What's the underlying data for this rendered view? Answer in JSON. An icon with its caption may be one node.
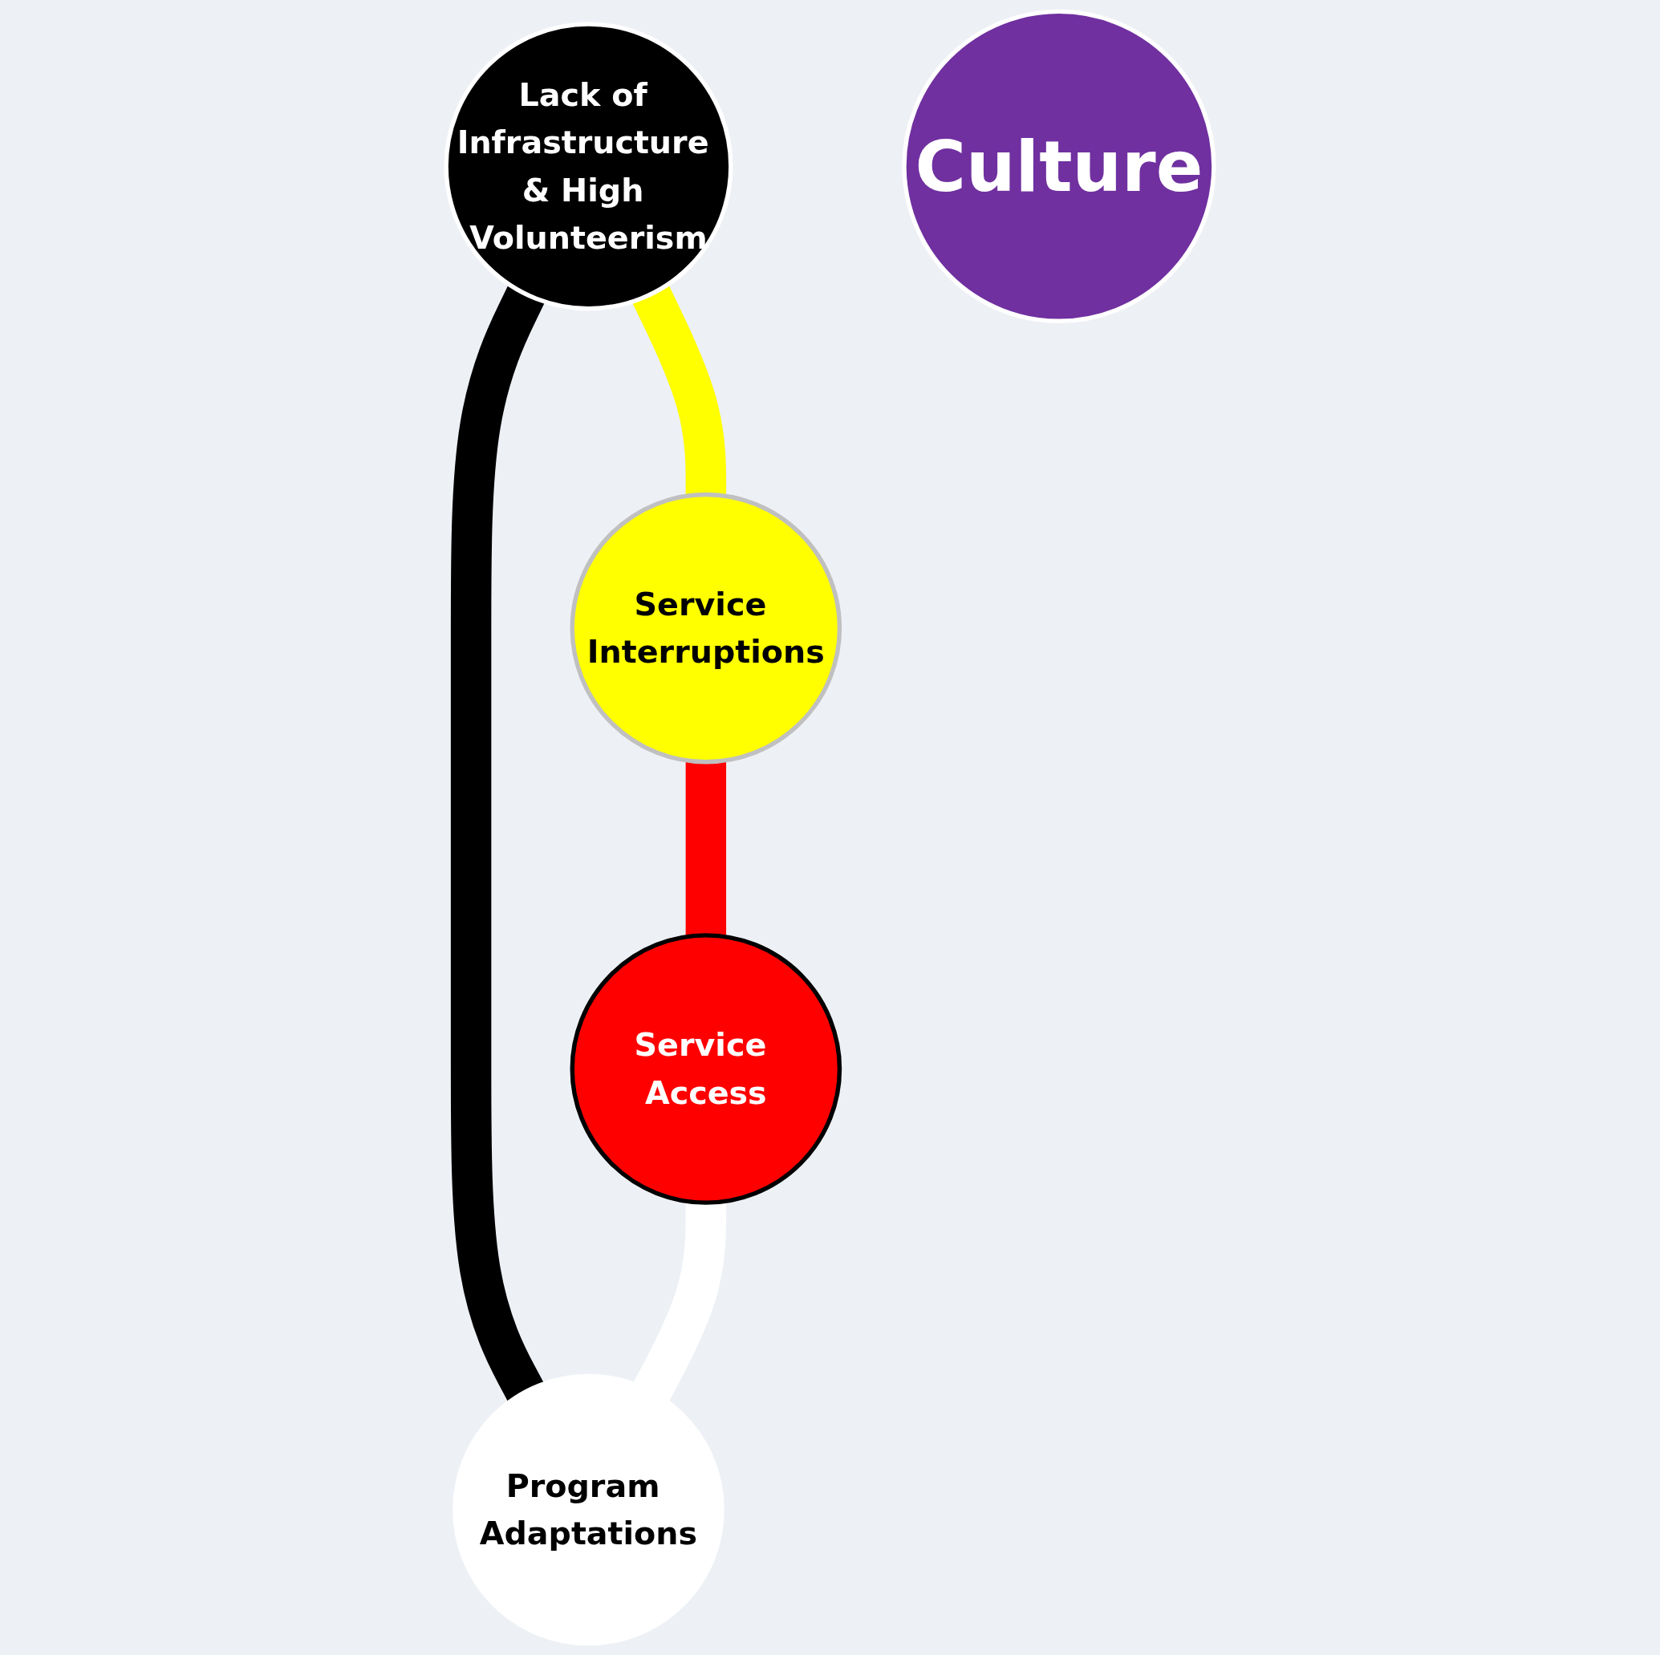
{
  "diagram": {
    "nodes": [
      {
        "text": [
          "Lack of Infrastructure & High Volunteerism"
        ]
      },
      {
        "text": [
          "Program Adaptations"
        ]
      },
      {
        "text": [
          "Culture"
        ]
      },
      {
        "text": [
          "Service Interruptions"
        ]
      },
      {
        "text": [
          "Service Access"
        ]
      }
    ],
    "edges": [
      {
        "from": 0,
        "to": 1,
        "arrow": "none",
        "color": "#000000"
      },
      {
        "from": 0,
        "to": 3,
        "arrow": "none",
        "color": "#ffff00"
      },
      {
        "from": 3,
        "to": 4,
        "arrow": "none",
        "color": "#ff0000"
      },
      {
        "from": 4,
        "to": 1,
        "arrow": "none",
        "color": "#ffffff"
      }
    ]
  }
}
